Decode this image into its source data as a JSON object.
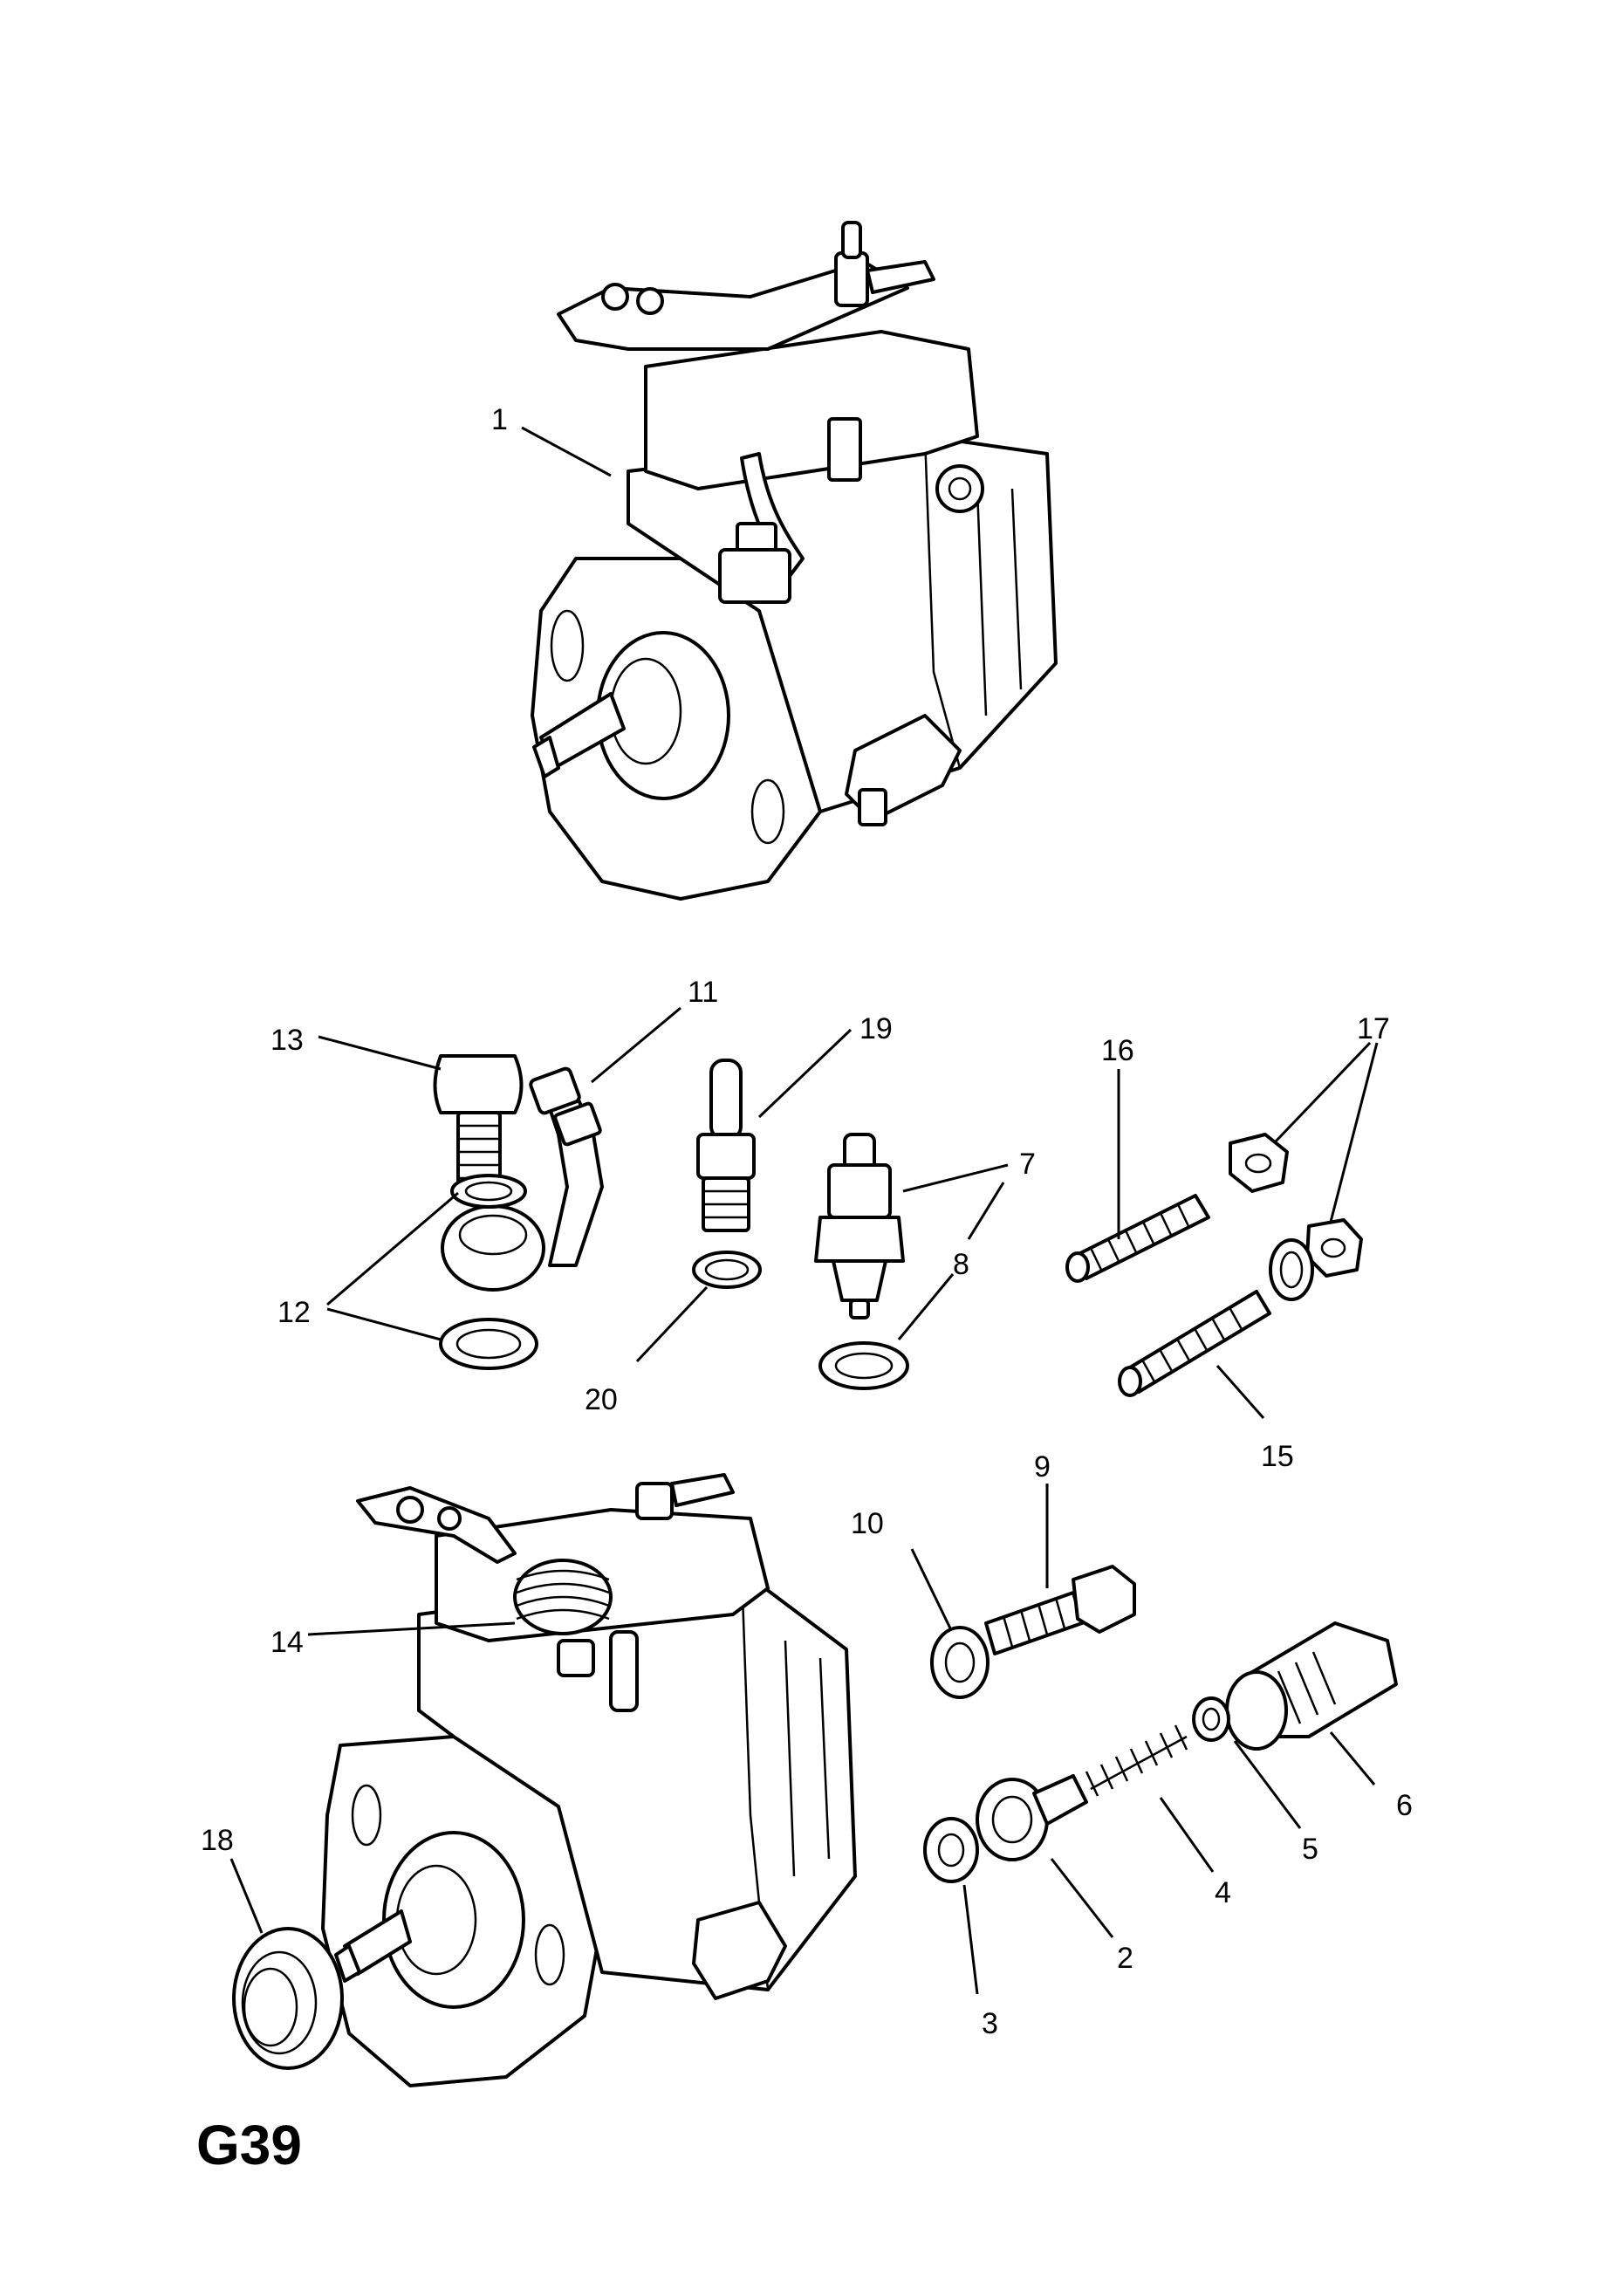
{
  "diagram_code": "G39",
  "callouts": [
    "1",
    "2",
    "3",
    "4",
    "5",
    "6",
    "7",
    "8",
    "9",
    "10",
    "11",
    "12",
    "13",
    "14",
    "15",
    "16",
    "17",
    "18",
    "19",
    "20"
  ],
  "colors": {
    "line": "#000000",
    "background": "#ffffff"
  }
}
